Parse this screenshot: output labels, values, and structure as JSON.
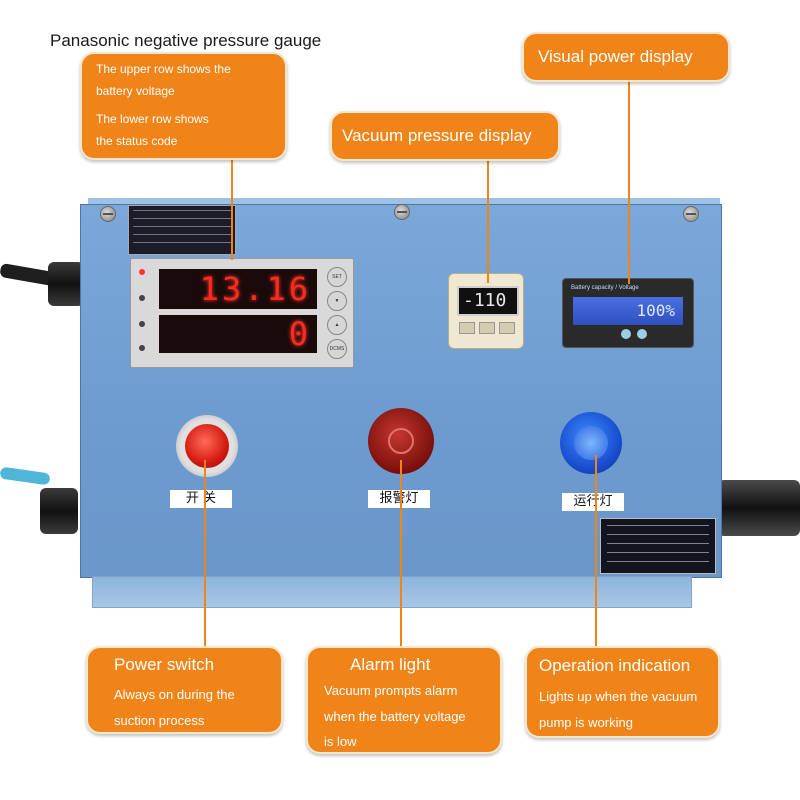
{
  "header": {
    "title": "Panasonic negative pressure gauge"
  },
  "callouts": {
    "gauge_note": {
      "line1": "The upper row shows the",
      "line2": "battery voltage",
      "line3": "The lower row shows",
      "line4": "the status code"
    },
    "vacuum_display": {
      "title": "Vacuum pressure display"
    },
    "power_display": {
      "title": "Visual power display"
    },
    "power_switch": {
      "title": "Power switch",
      "line1": "Always on during the",
      "line2": "suction process"
    },
    "alarm_light": {
      "title": "Alarm light",
      "line1": "Vacuum prompts alarm",
      "line2": "when the battery voltage",
      "line3": "is low"
    },
    "operation_indication": {
      "title": "Operation indication",
      "line1": "Lights up when the vacuum",
      "line2": "pump is working"
    }
  },
  "panel": {
    "meter_upper": "13.16",
    "meter_lower": "0",
    "meter_buttons": [
      "SET",
      "▼",
      "▲",
      "DCMS"
    ],
    "vacuum_reading": "-110",
    "battery_header": "Battery capacity / Voltage",
    "battery_value": "100%",
    "labels": {
      "switch": "开 关",
      "alarm": "报警灯",
      "run": "运行灯"
    }
  },
  "colors": {
    "callout": "#f08418",
    "panel_blue": "#6f9fd2",
    "segment_red": "#ff2a1f",
    "lcd_blue": "#3a5fd0"
  }
}
